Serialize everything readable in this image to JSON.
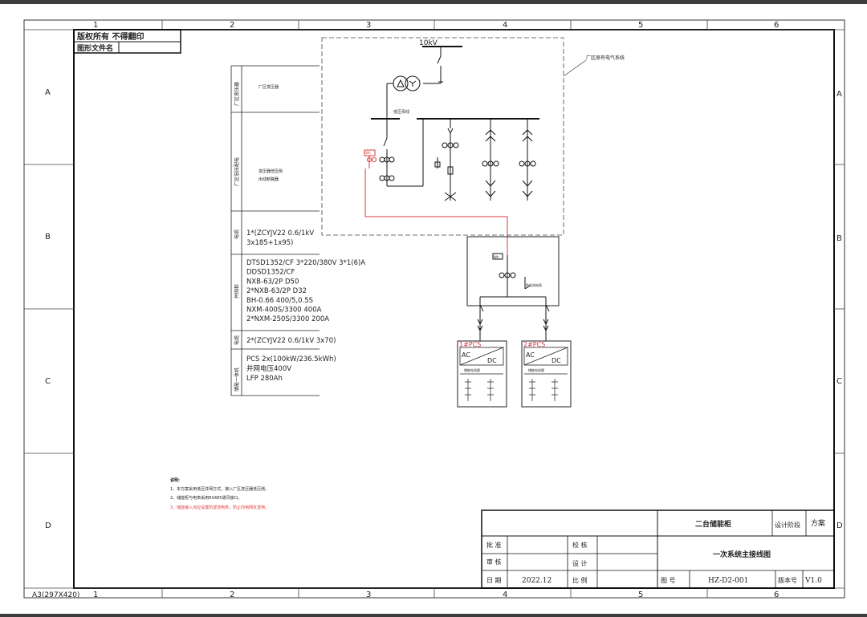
{
  "drawing": {
    "copyright": "版权所有  不得翻印",
    "file_name_label": "图形文件名",
    "sheet_size": "A3(297X420)",
    "col_numbers": [
      "1",
      "2",
      "3",
      "4",
      "5",
      "6"
    ],
    "row_letters": [
      "A",
      "B",
      "C",
      "D"
    ]
  },
  "left_table": {
    "sections": [
      {
        "side": "厂区变压器",
        "content": "厂区变压器"
      },
      {
        "side": "厂区低压配电",
        "content": "变压器低压侧\n出线断路器"
      },
      {
        "side": "电缆",
        "content": "1*(ZCYJV22 0.6/1kV\n3x185+1x95)"
      },
      {
        "side": "并网柜",
        "content": "DTSD1352/CF 3*220/380V 3*1(6)A\nDDSD1352/CF\nNXB-63/2P D50\n2*NXB-63/2P D32\nBH-0.66 400/5,0.5S\nNXM-400S/3300 400A\n2*NXM-250S/3300 200A"
      },
      {
        "side": "电缆",
        "content": "2*(ZCYJV22 0.6/1kV 3x70)"
      },
      {
        "side": "储能一体机",
        "content": "PCS 2x(100kW/236.5kWh)\n并网电压400V\nLFP 280Ah"
      }
    ]
  },
  "diagram": {
    "bus_10kv": "10kV",
    "plant_system_label": "厂区原有电气系统",
    "lv_bus_label": "低压母线",
    "meter_label": "Wh",
    "anti_backflow_label": "防逆流电表",
    "pcs_units": [
      {
        "name": "1#PCS",
        "ac": "AC",
        "dc": "DC",
        "battery_label": "储能电池簇"
      },
      {
        "name": "2#PCS",
        "ac": "AC",
        "dc": "DC",
        "battery_label": "储能电池簇"
      }
    ]
  },
  "notes": {
    "title": "说明:",
    "items": [
      "1、本方案采用低压并网方式，接入厂区变压器低压侧。",
      "2、储能柜与电表采用RS485通讯接口。",
      "3、储能接入点应设置防逆流电表，防止向电网反送电。"
    ]
  },
  "title_block": {
    "project": "二台储能柜",
    "design_stage_label": "设计阶段",
    "design_stage": "方案",
    "approve_label": "批 准",
    "check_label": "校 核",
    "review_label": "审 核",
    "design_label": "设 计",
    "date_label": "日 期",
    "date": "2022.12",
    "scale_label": "比 例",
    "drawing_title": "一次系统主接线图",
    "drawing_no_label": "图 号",
    "drawing_no": "HZ-D2-001",
    "version_label": "版本号",
    "version": "V1.0"
  },
  "colors": {
    "line": "#1a1a1a",
    "red": "#d93a3a",
    "frame": "#111111"
  }
}
